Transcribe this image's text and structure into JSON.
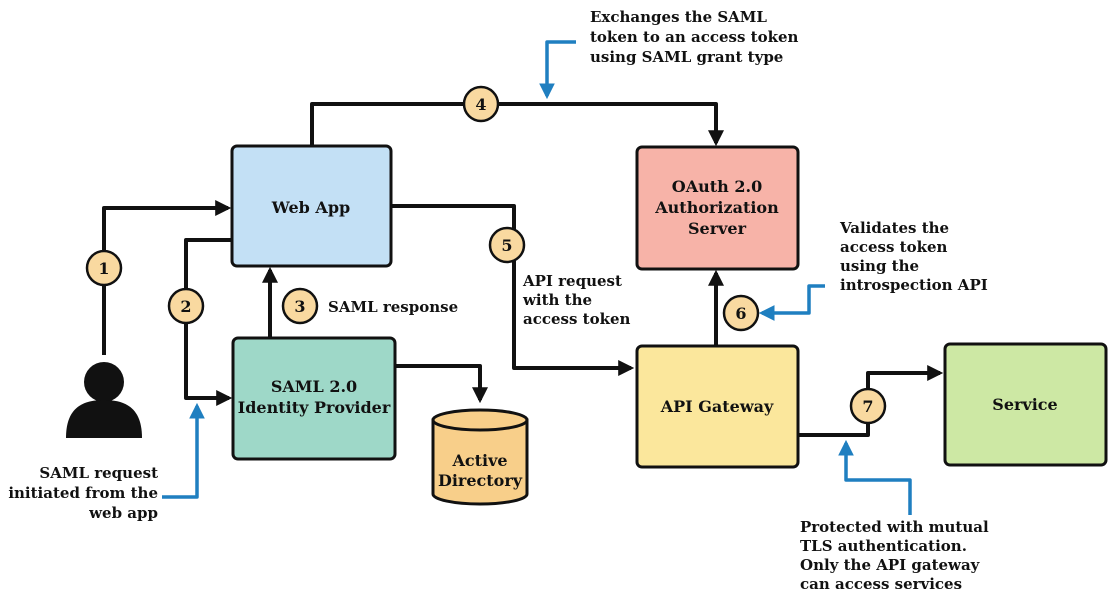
{
  "nodes": {
    "web_app": {
      "label": [
        "Web App"
      ],
      "color": "#c3e0f5"
    },
    "oauth_server": {
      "label": [
        "OAuth 2.0",
        "Authorization",
        "Server"
      ],
      "color": "#f7b3a8"
    },
    "saml_idp": {
      "label": [
        "SAML 2.0",
        "Identity Provider"
      ],
      "color": "#9ed8c8"
    },
    "active_directory": {
      "label": [
        "Active",
        "Directory"
      ],
      "color": "#f8cf8a"
    },
    "api_gateway": {
      "label": [
        "API Gateway"
      ],
      "color": "#fbe79c"
    },
    "service": {
      "label": [
        "Service"
      ],
      "color": "#cde8a4"
    }
  },
  "steps": [
    "1",
    "2",
    "3",
    "4",
    "5",
    "6",
    "7"
  ],
  "annotations": {
    "saml_exchange": [
      "Exchanges the SAML",
      "token to an access token",
      "using SAML grant type"
    ],
    "validates": [
      "Validates the",
      "access token",
      "using the",
      "introspection API"
    ],
    "saml_response": [
      "SAML response"
    ],
    "api_request": [
      "API request",
      "with the",
      "access token"
    ],
    "saml_request": [
      "SAML request",
      "initiated from the",
      "web app"
    ],
    "mutual_tls": [
      "Protected with mutual",
      "TLS authentication.",
      "Only the API gateway",
      "can access services"
    ]
  },
  "colors": {
    "arrow": "#111111",
    "callout": "#1f7fc0",
    "step_fill": "#f9d9a0"
  }
}
